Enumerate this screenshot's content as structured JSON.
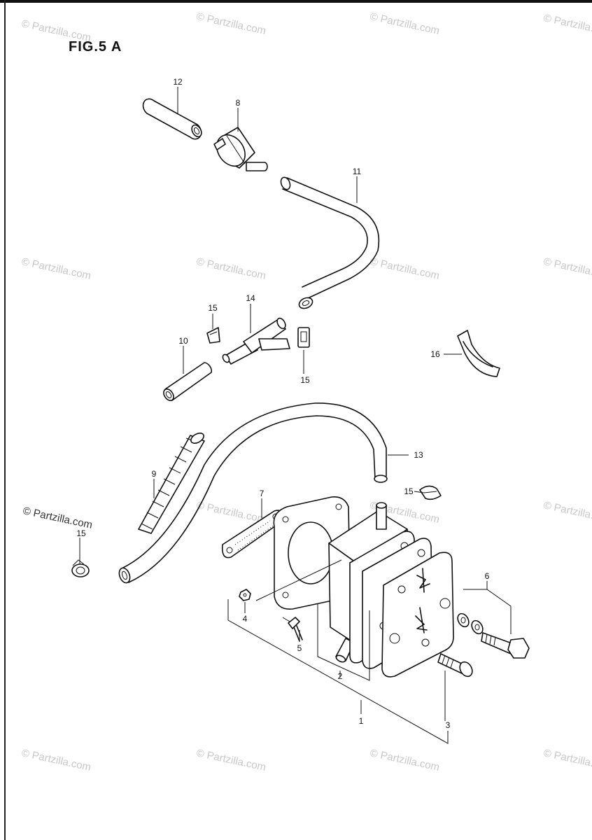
{
  "title": "FIG.5  A",
  "watermark": "© Partzilla.com",
  "callouts": {
    "c1": "1",
    "c2": "2",
    "c3": "3",
    "c4": "4",
    "c5": "5",
    "c6": "6",
    "c7": "7",
    "c8": "8",
    "c9": "9",
    "c10": "10",
    "c11": "11",
    "c12": "12",
    "c13": "13",
    "c14": "14",
    "c15a": "15",
    "c15b": "15",
    "c15c": "15",
    "c15d": "15",
    "c16": "16"
  }
}
